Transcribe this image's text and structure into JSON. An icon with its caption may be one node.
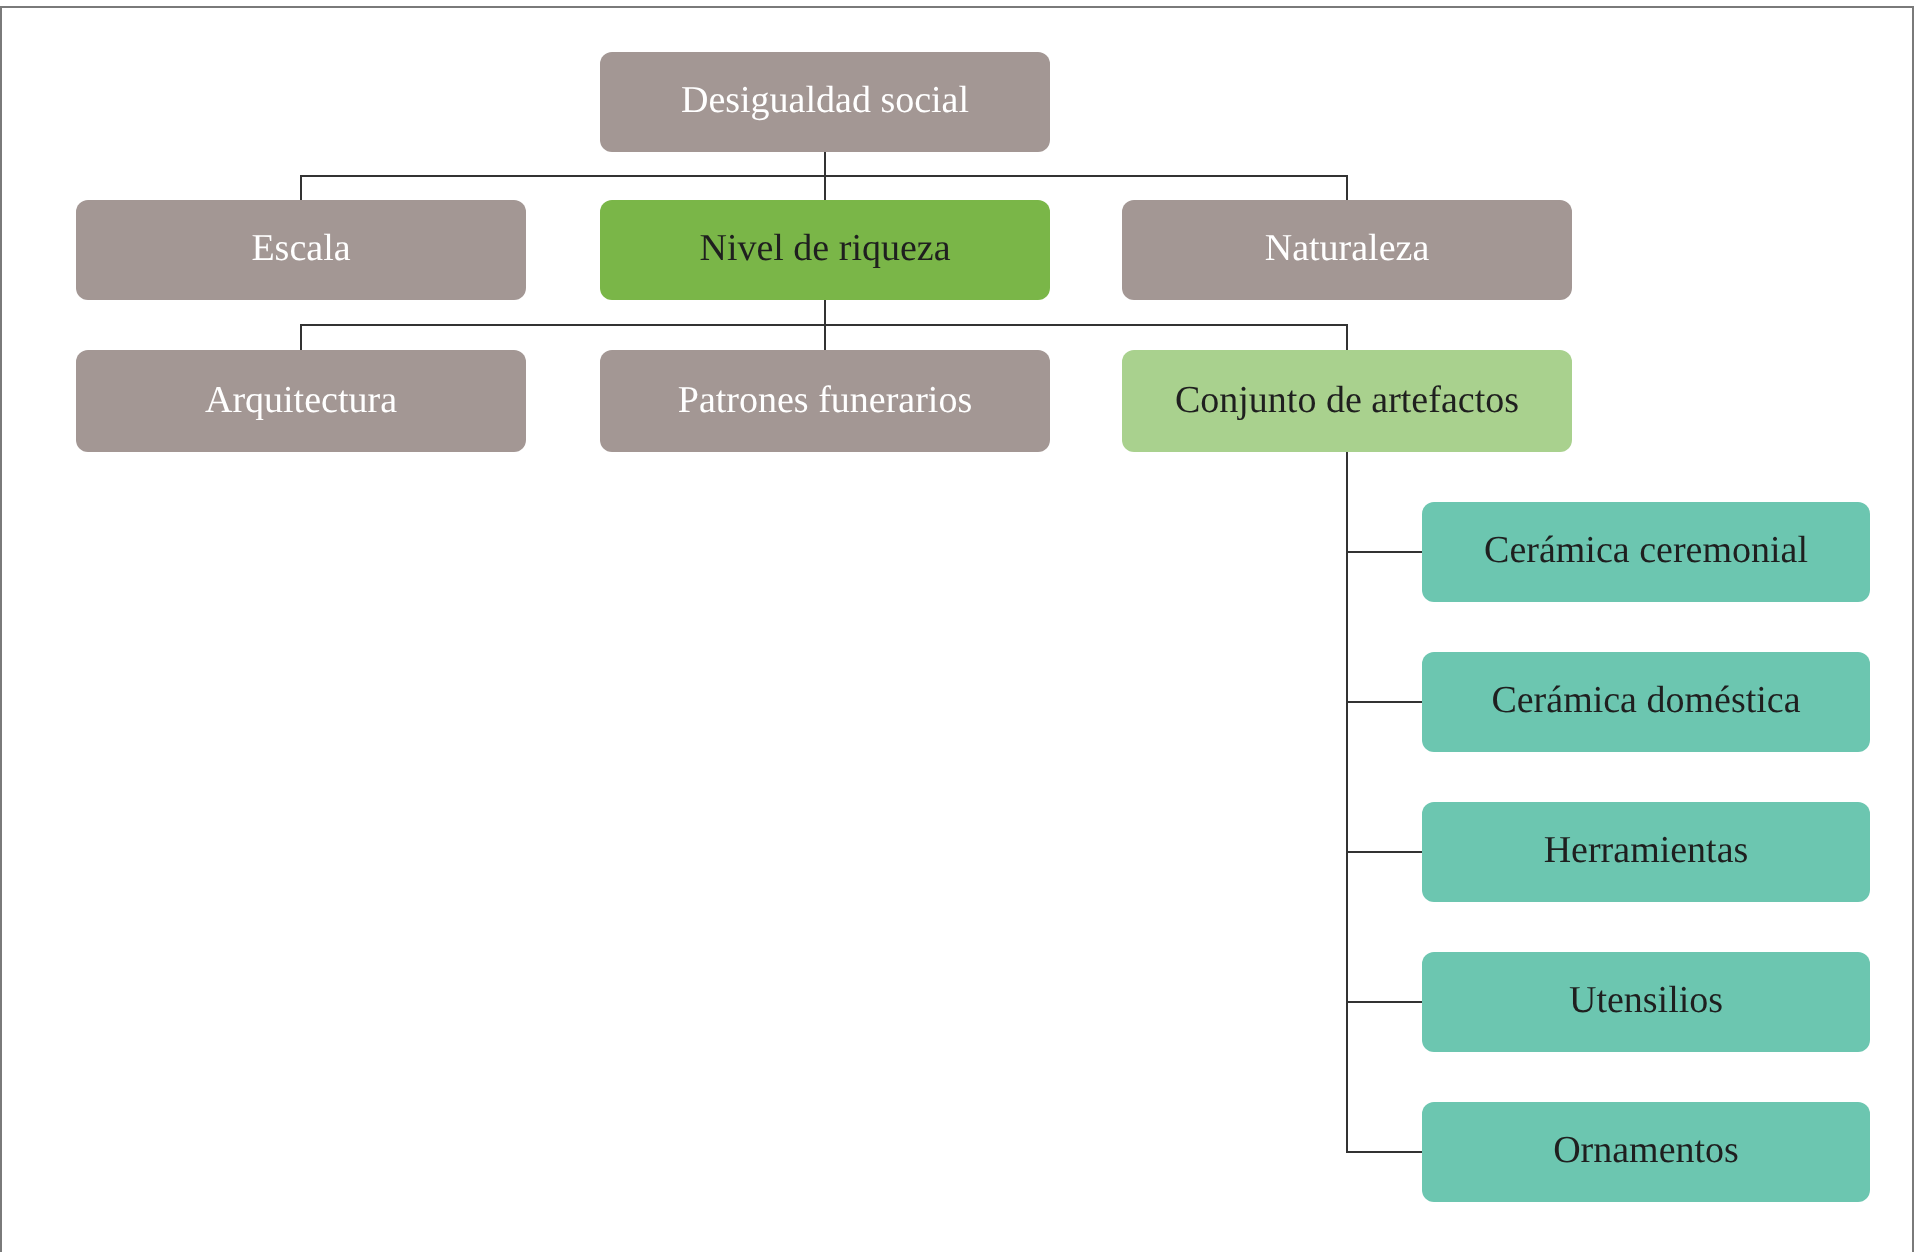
{
  "diagram": {
    "nodes": [
      {
        "text": [
          "Desigualdad social"
        ]
      },
      {
        "text": [
          "Escala"
        ]
      },
      {
        "text": [
          "Nivel de riqueza"
        ]
      },
      {
        "text": [
          "Naturaleza"
        ]
      },
      {
        "text": [
          "Arquitectura"
        ]
      },
      {
        "text": [
          "Patrones funerarios"
        ]
      },
      {
        "text": [
          "Conjunto de artefactos"
        ]
      },
      {
        "text": [
          "Cerámica ceremonial"
        ]
      },
      {
        "text": [
          "Cerámica doméstica"
        ]
      },
      {
        "text": [
          "Herramientas"
        ]
      },
      {
        "text": [
          "Utensilios"
        ]
      },
      {
        "text": [
          "Ornamentos"
        ]
      }
    ],
    "edges": [
      {
        "from": 0,
        "to": 1,
        "arrow": "none"
      },
      {
        "from": 0,
        "to": 2,
        "arrow": "none"
      },
      {
        "from": 0,
        "to": 3,
        "arrow": "none"
      },
      {
        "from": 2,
        "to": 4,
        "arrow": "none"
      },
      {
        "from": 2,
        "to": 5,
        "arrow": "none"
      },
      {
        "from": 2,
        "to": 6,
        "arrow": "none"
      },
      {
        "from": 6,
        "to": 7,
        "arrow": "none"
      },
      {
        "from": 6,
        "to": 8,
        "arrow": "none"
      },
      {
        "from": 6,
        "to": 9,
        "arrow": "none"
      },
      {
        "from": 6,
        "to": 10,
        "arrow": "none"
      },
      {
        "from": 6,
        "to": 11,
        "arrow": "none"
      }
    ]
  }
}
